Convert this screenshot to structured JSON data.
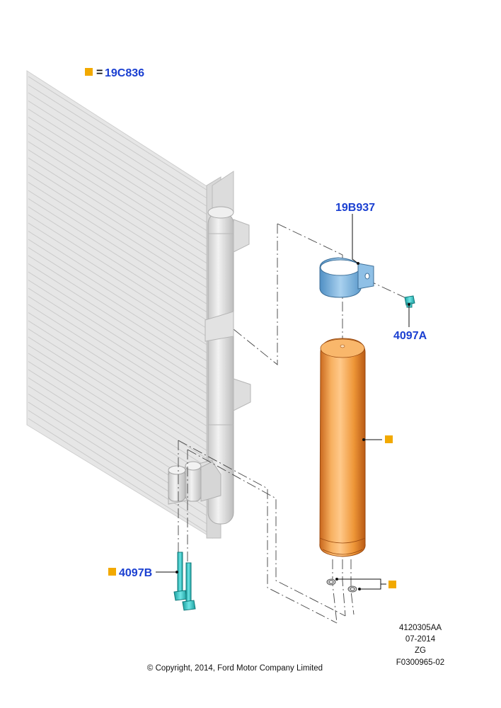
{
  "legend": {
    "equals": "=",
    "part_number": "19C836"
  },
  "callouts": {
    "bracket": "19B937",
    "bolt_bracket": "4097A",
    "bolts_lower": "4097B"
  },
  "footer": {
    "ref1": "4120305AA",
    "date": "07-2014",
    "code": "ZG",
    "figure": "F0300965-02",
    "copyright": "© Copyright, 2014, Ford Motor Company Limited"
  },
  "colors": {
    "callout_blue": "#1a3fd1",
    "marker_orange": "#f2a900",
    "cylinder_orange": "#ef9a3c",
    "bracket_blue": "#7fb3dd",
    "bolt_cyan": "#3cc9c9",
    "radiator_gray": "#e4e4e4"
  }
}
